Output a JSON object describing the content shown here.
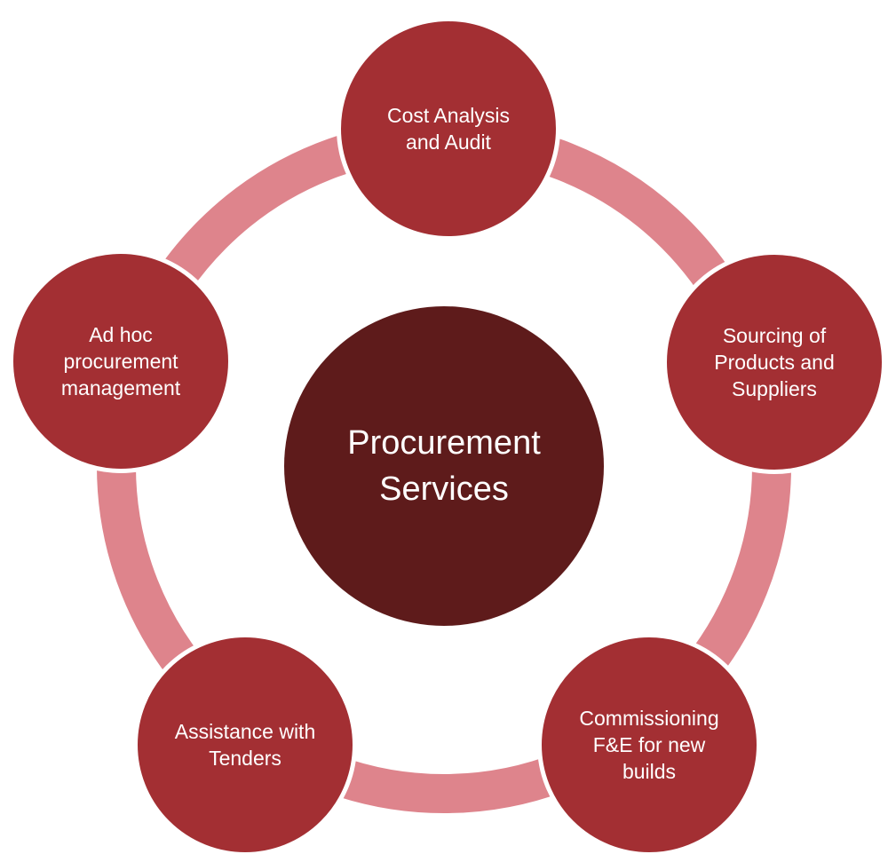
{
  "diagram": {
    "center": {
      "label": "Procurement\nServices"
    },
    "nodes": [
      {
        "id": "cost-analysis-and-audit",
        "position": "top",
        "label": "Cost Analysis\nand Audit"
      },
      {
        "id": "sourcing-of-products-and-suppliers",
        "position": "right",
        "label": "Sourcing of\nProducts and\nSuppliers"
      },
      {
        "id": "commissioning-fe-for-new-builds",
        "position": "bottom-right",
        "label": "Commissioning\nF&E for new\nbuilds"
      },
      {
        "id": "assistance-with-tenders",
        "position": "bottom-left",
        "label": "Assistance with\nTenders"
      },
      {
        "id": "ad-hoc-procurement-management",
        "position": "left",
        "label": "Ad hoc\nprocurement\nmanagement"
      }
    ],
    "colors": {
      "satellite_fill": "#A32F33",
      "center_fill": "#5E1B1B",
      "ring_stroke": "#DE848C",
      "text": "#FFFFFF",
      "background": "#FFFFFF"
    }
  }
}
